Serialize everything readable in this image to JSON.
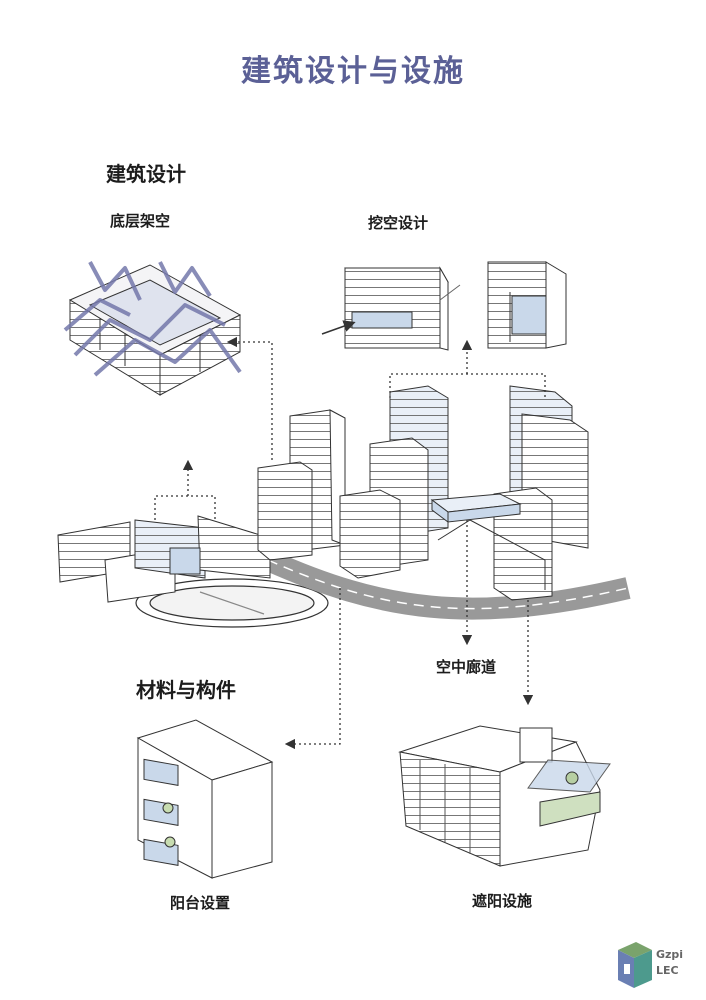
{
  "title": "建筑设计与设施",
  "sections": {
    "design": "建筑设计",
    "materials": "材料与构件"
  },
  "labels": {
    "stilts": "底层架空",
    "hollow": "挖空设计",
    "corridor": "空中廊道",
    "balcony": "阳台设置",
    "shading": "遮阳设施"
  },
  "logo": {
    "line1": "Gzpi",
    "line2": "LEC"
  },
  "colors": {
    "title": "#5b6096",
    "accent": "#6e73a8",
    "glass": "#c9d8ea"
  }
}
